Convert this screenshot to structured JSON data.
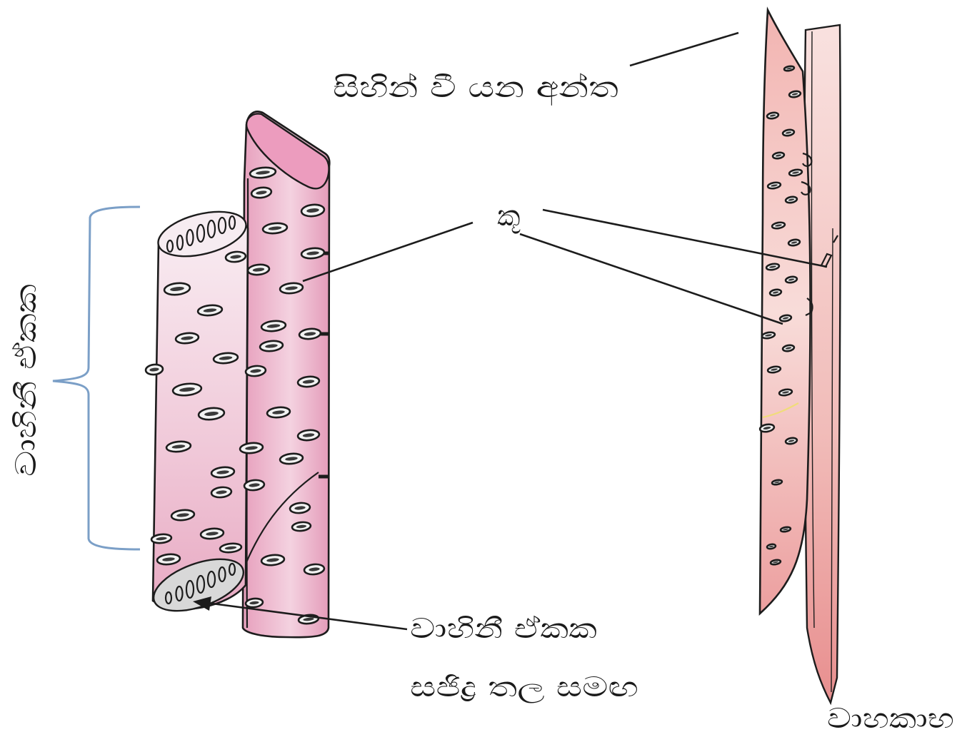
{
  "labels": {
    "tapering_end": "සිහින් වී යන අන්ත",
    "pit": "කූ",
    "vessel_unit_vertical": "වාහිනී ඒකක",
    "vessel_unit": "වාහිනී ඒකක",
    "perforation_plate": "සජිද්‍ර තල සමඟ",
    "tracheid": "වාහකාභ"
  },
  "colors": {
    "vessel_fill": "#e9a2c0",
    "vessel_fill_light": "#f6dde8",
    "tracheid_fill": "#eda5a5",
    "tracheid_fill_light": "#f7d4d2",
    "outline": "#1c1c1c",
    "bracket": "#7b9fc7"
  },
  "icons": {
    "bracket": "curly-bracket",
    "arrow": "arrow-left"
  }
}
